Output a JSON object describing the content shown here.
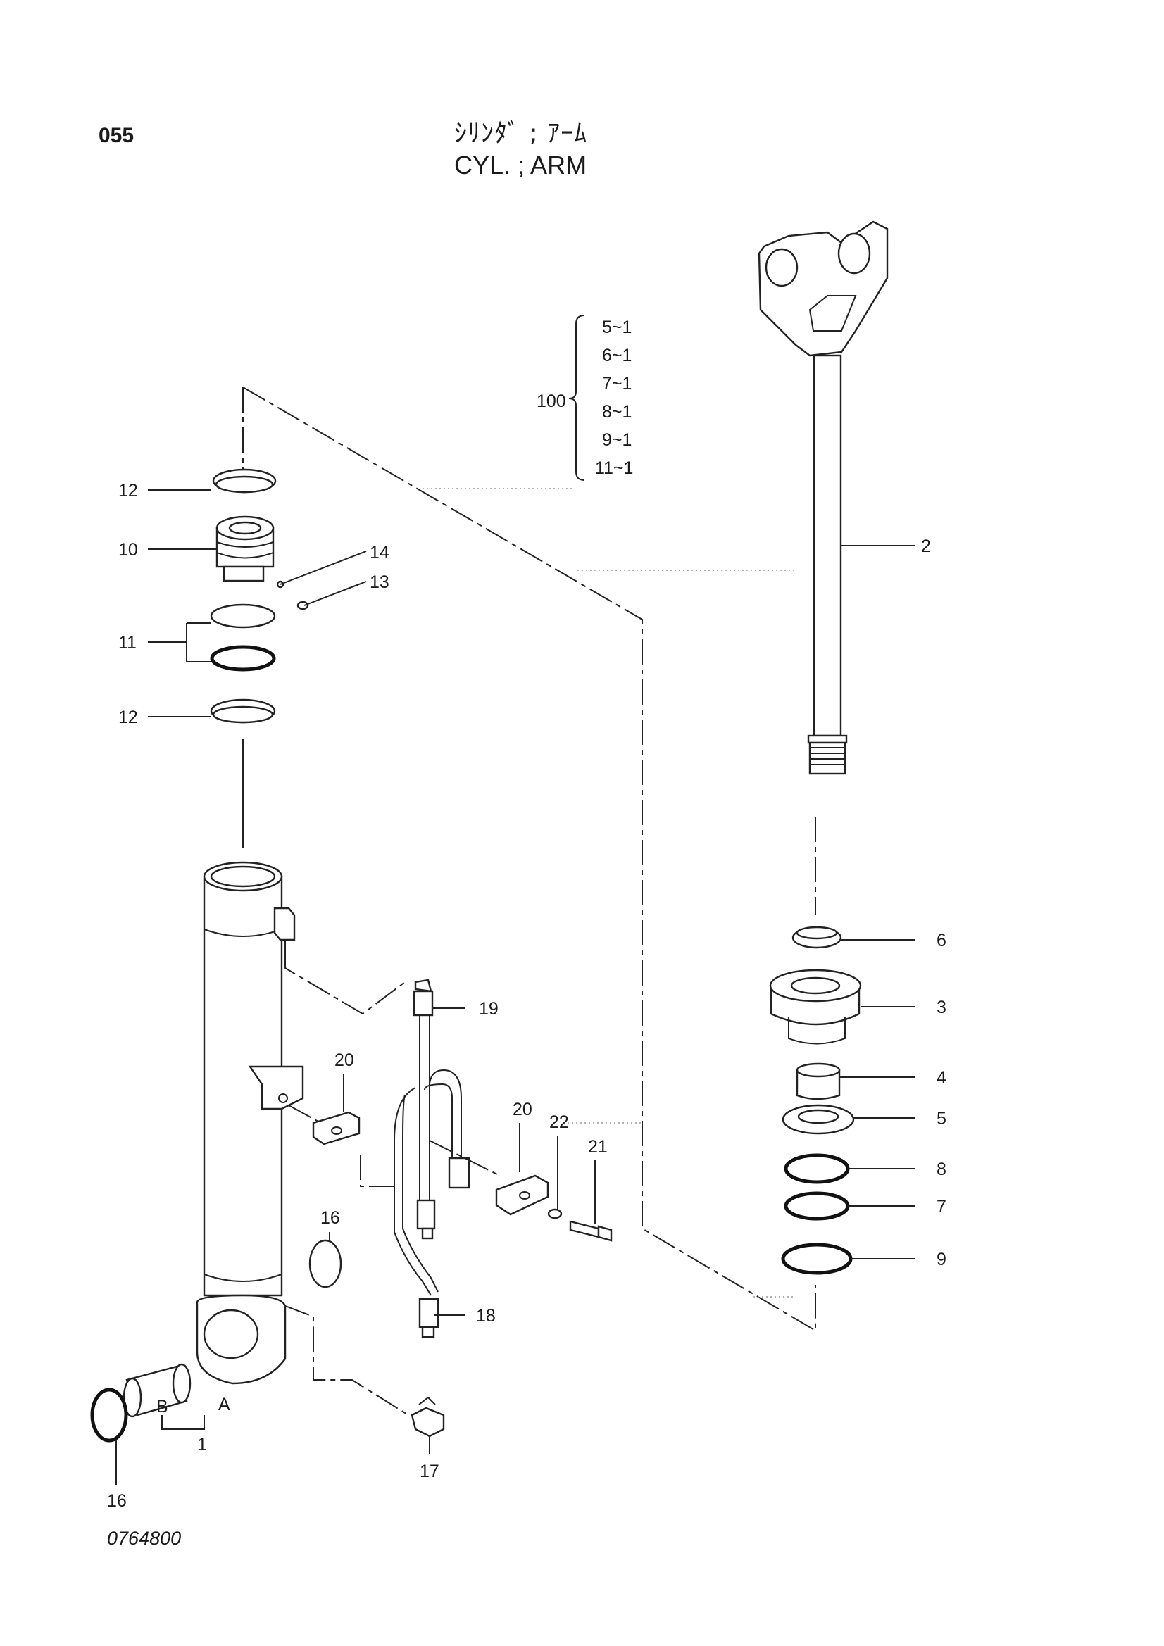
{
  "page_number": "055",
  "title_jp": "ｼﾘﾝﾀﾞ ; ｱｰﾑ",
  "title_en": "CYL. ; ARM",
  "drawing_number": "0764800",
  "assembly": {
    "number": "100",
    "items": [
      "5~1",
      "6~1",
      "7~1",
      "8~1",
      "9~1",
      "11~1"
    ]
  },
  "callouts": {
    "c1": "1",
    "c2": "2",
    "c3": "3",
    "c4": "4",
    "c5": "5",
    "c6": "6",
    "c7": "7",
    "c8": "8",
    "c9": "9",
    "c10": "10",
    "c11": "11",
    "c12a": "12",
    "c12b": "12",
    "c13": "13",
    "c14": "14",
    "c16a": "16",
    "c16b": "16",
    "c17": "17",
    "c18": "18",
    "c19": "19",
    "c20a": "20",
    "c20b": "20",
    "c21": "21",
    "c22": "22",
    "cA": "A",
    "cB": "B"
  }
}
